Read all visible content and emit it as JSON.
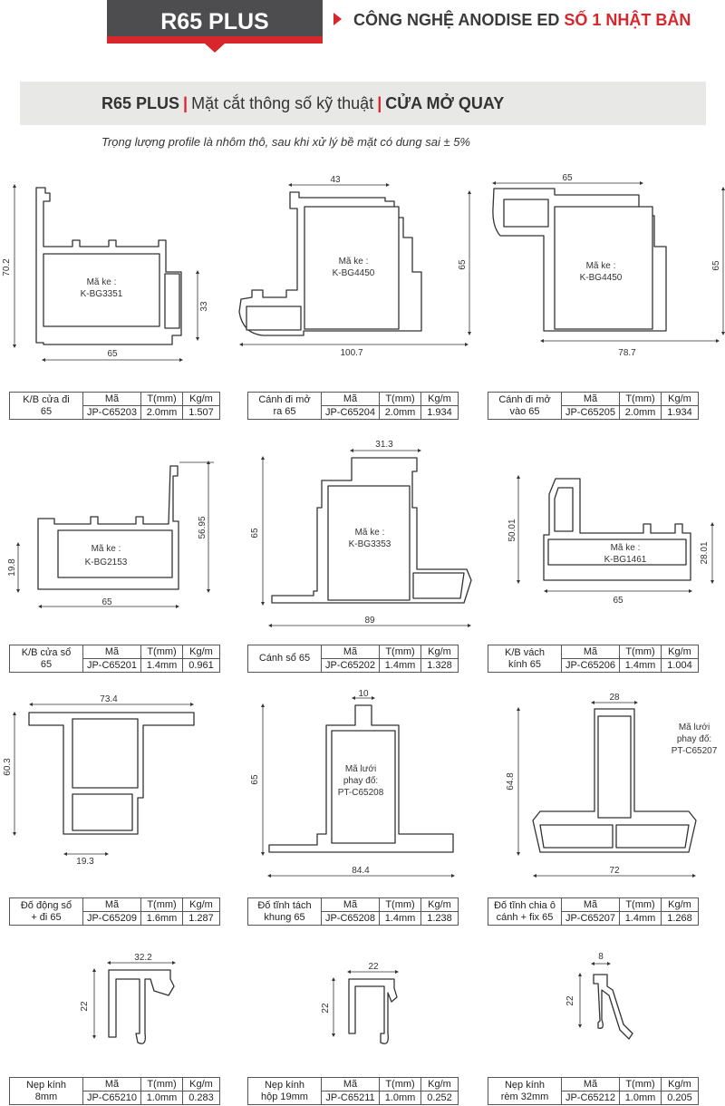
{
  "header": {
    "product": "R65 PLUS",
    "tagline_main": "CÔNG NGHỆ  ANODISE ED",
    "tagline_red": "SỐ 1 NHẬT BẢN"
  },
  "title_band": {
    "part1": "R65 PLUS",
    "sep": "|",
    "part2": "Mặt cắt thông số kỹ thuật",
    "part3": "CỬA MỞ QUAY"
  },
  "note": "Trọng lượng profile là nhôm thô, sau khi xử lý bề mặt có dung sai ± 5%",
  "table_headers": {
    "code": "Mã",
    "thickness": "T(mm)",
    "weight": "Kg/m"
  },
  "profiles": [
    {
      "name_line1": "K/B cửa đi",
      "name_line2": "65",
      "code": "JP-C65203",
      "thickness": "2.0mm",
      "weight": "1.507",
      "label": [
        "Mã ke :",
        "K-BG3351"
      ],
      "dims": [
        "70.2",
        "33",
        "65"
      ]
    },
    {
      "name_line1": "Cánh đi mở",
      "name_line2": "ra 65",
      "code": "JP-C65204",
      "thickness": "2.0mm",
      "weight": "1.934",
      "label": [
        "Mã ke :",
        "K-BG4450"
      ],
      "dims": [
        "43",
        "65",
        "100.7"
      ]
    },
    {
      "name_line1": "Cánh đi mở",
      "name_line2": "vào 65",
      "code": "JP-C65205",
      "thickness": "2.0mm",
      "weight": "1.934",
      "label": [
        "Mã ke :",
        "K-BG4450"
      ],
      "dims": [
        "65",
        "65",
        "78.7"
      ]
    },
    {
      "name_line1": "K/B cửa sổ",
      "name_line2": "65",
      "code": "JP-C65201",
      "thickness": "1.4mm",
      "weight": "0.961",
      "label": [
        "Mã ke :",
        "K-BG2153"
      ],
      "dims": [
        "56.95",
        "19.8",
        "65"
      ]
    },
    {
      "name_line1": "Cánh sổ 65",
      "name_line2": "",
      "code": "JP-C65202",
      "thickness": "1.4mm",
      "weight": "1.328",
      "label": [
        "Mã ke :",
        "K-BG3353"
      ],
      "dims": [
        "31.3",
        "65",
        "89"
      ]
    },
    {
      "name_line1": "K/B vách",
      "name_line2": "kính 65",
      "code": "JP-C65206",
      "thickness": "1.4mm",
      "weight": "1.004",
      "label": [
        "Mã ke :",
        "K-BG1461"
      ],
      "dims": [
        "50.01",
        "28.01",
        "65"
      ]
    },
    {
      "name_line1": "Đố động sổ",
      "name_line2": "+ đi 65",
      "code": "JP-C65209",
      "thickness": "1.6mm",
      "weight": "1.287",
      "label": [],
      "dims": [
        "73.4",
        "60.3",
        "19.3"
      ]
    },
    {
      "name_line1": "Đố tĩnh tách",
      "name_line2": "khung 65",
      "code": "JP-C65208",
      "thickness": "1.4mm",
      "weight": "1.238",
      "label": [
        "Mã lưới",
        "phay đố:",
        "PT-C65208"
      ],
      "dims": [
        "10",
        "65",
        "84.4"
      ]
    },
    {
      "name_line1": "Đố tĩnh chia ô",
      "name_line2": "cánh + fix 65",
      "code": "JP-C65207",
      "thickness": "1.4mm",
      "weight": "1.268",
      "label": [
        "Mã lưới",
        "phay đố:",
        "PT-C65207"
      ],
      "dims": [
        "28",
        "64.8",
        "72"
      ]
    },
    {
      "name_line1": "Nẹp kính",
      "name_line2": "8mm",
      "code": "JP-C65210",
      "thickness": "1.0mm",
      "weight": "0.283",
      "label": [],
      "dims": [
        "32.2",
        "22"
      ]
    },
    {
      "name_line1": "Nẹp kính",
      "name_line2": "hộp 19mm",
      "code": "JP-C65211",
      "thickness": "1.0mm",
      "weight": "0.252",
      "label": [],
      "dims": [
        "22",
        "22"
      ]
    },
    {
      "name_line1": "Nẹp kính",
      "name_line2": "rèm 32mm",
      "code": "JP-C65212",
      "thickness": "1.0mm",
      "weight": "0.205",
      "label": [],
      "dims": [
        "8",
        "22"
      ]
    }
  ]
}
